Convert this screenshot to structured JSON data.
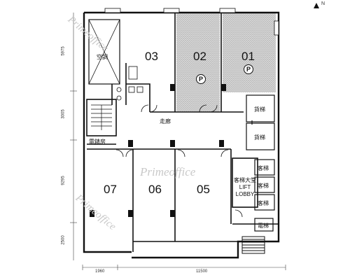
{
  "floor_plan": {
    "north_marker": "N",
    "units": {
      "u01": "01",
      "u02": "02",
      "u03": "03",
      "u05": "05",
      "u06": "06",
      "u07": "07"
    },
    "parking_symbol": "P",
    "rooms": {
      "corridor": "走廊",
      "electric_room": "電錶房",
      "cargo_lift_1": "貨梯",
      "cargo_lift_2": "貨梯",
      "passenger_lift_1": "客梯",
      "passenger_lift_2": "客梯",
      "passenger_lift_3": "客梯",
      "lift_lobby_cn": "客梯大堂",
      "lift_lobby_en_1": "LIFT",
      "lift_lobby_en_2": "LOBBY",
      "small_lift": "電梯",
      "shaft": "空調"
    },
    "dimensions": {
      "bottom_left": "1960",
      "bottom_right": "11500",
      "left_1": "5975",
      "left_2": "3005",
      "left_3": "9295",
      "left_4": "2500"
    },
    "watermark": "Primeoffice"
  }
}
